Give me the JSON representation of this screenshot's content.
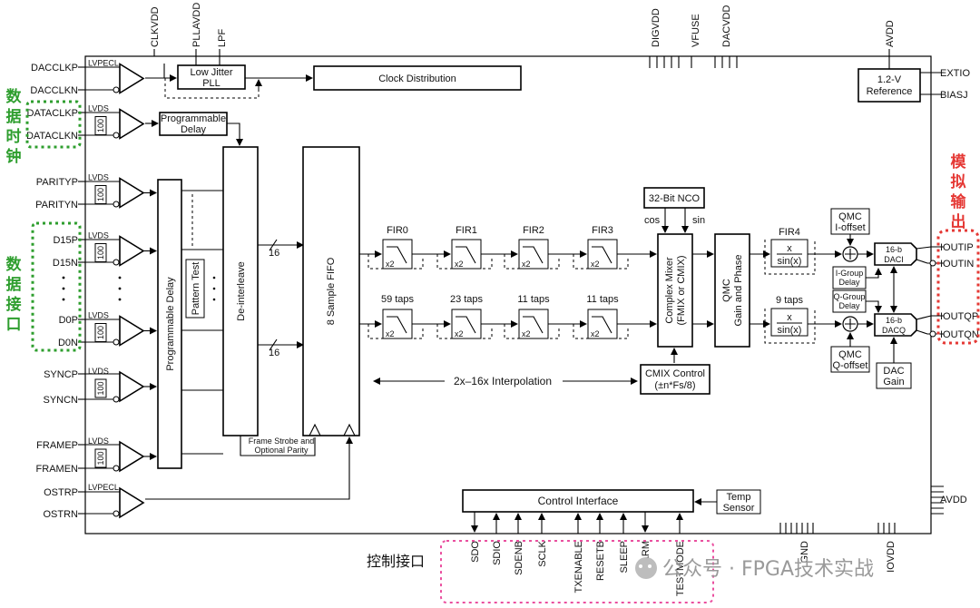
{
  "left_pins": [
    "DACCLKP",
    "DACCLKN",
    "DATACLKP",
    "DATACLKN",
    "PARITYP",
    "PARITYN",
    "D15P",
    "D15N",
    "D0P",
    "D0N",
    "SYNCP",
    "SYNCN",
    "FRAMEP",
    "FRAMEN",
    "OSTRP",
    "OSTRN"
  ],
  "top_pins": [
    "CLKVDD",
    "PLLAVDD",
    "LPF",
    "DIGVDD",
    "VFUSE",
    "DACVDD",
    "AVDD"
  ],
  "right_pins": [
    "EXTIO",
    "BIASJ",
    "IOUTIP",
    "IOUTIN",
    "IOUTQP",
    "IOUTQN",
    "AVDD"
  ],
  "bottom_pins": [
    "SDO",
    "SDIO",
    "SDENB",
    "SCLK",
    "TXENABLE",
    "RESETB",
    "SLEEP",
    "ALARM",
    "TESTMODE",
    "GND",
    "IOVDD"
  ],
  "receivers": {
    "lvpecl": "LVPECL",
    "lvds": "LVDS",
    "term": "100"
  },
  "blocks": {
    "low_jitter_pll": [
      "Low Jitter",
      "PLL"
    ],
    "clock_distribution": "Clock Distribution",
    "reference": [
      "1.2-V",
      "Reference"
    ],
    "prog_delay_small": [
      "Programmable",
      "Delay"
    ],
    "prog_delay_tall": "Programmable Delay",
    "pattern_test": "Pattern Test",
    "deinterleave": "De-interleave",
    "fifo": "8 Sample FIFO",
    "bus_width": "16",
    "frame_strobe": [
      "Frame Strobe and",
      "Optional Parity"
    ],
    "fir_labels": [
      "FIR0",
      "FIR1",
      "FIR2",
      "FIR3"
    ],
    "tap_labels": [
      "59 taps",
      "23 taps",
      "11 taps",
      "11 taps"
    ],
    "x2": "x2",
    "nco": "32-Bit NCO",
    "cos": "cos",
    "sin": "sin",
    "mixer": [
      "Complex Mixer",
      "(FMIX or CMIX)"
    ],
    "qmc_gain": [
      "QMC",
      "Gain and Phase"
    ],
    "fir4": "FIR4",
    "fir4_taps": "9 taps",
    "sinc_num": "x",
    "sinc_den": "sin(x)",
    "qmc_ioffset": [
      "QMC",
      "I-offset"
    ],
    "qmc_qoffset": [
      "QMC",
      "Q-offset"
    ],
    "igroup": [
      "I-Group",
      "Delay"
    ],
    "qgroup": [
      "Q-Group",
      "Delay"
    ],
    "daci": [
      "16-b",
      "DACI"
    ],
    "dacq": [
      "16-b",
      "DACQ"
    ],
    "dac_gain": [
      "DAC",
      "Gain"
    ],
    "cmix_control": [
      "CMIX Control",
      "(±n*Fs/8)"
    ],
    "interpolation": "2x–16x Interpolation",
    "control_interface": "Control Interface",
    "temp_sensor": [
      "Temp",
      "Sensor"
    ]
  },
  "annotations": {
    "data_clock": "数据时钟",
    "data_interface": "数据接口",
    "analog_output": "模拟输出",
    "control_interface": "控制接口",
    "watermark": "公众号 · FPGA技术实战"
  },
  "colors": {
    "green": "#2e9e2e",
    "red": "#e53935",
    "pink": "#ea4f9f",
    "gray": "#9a9a9a"
  }
}
